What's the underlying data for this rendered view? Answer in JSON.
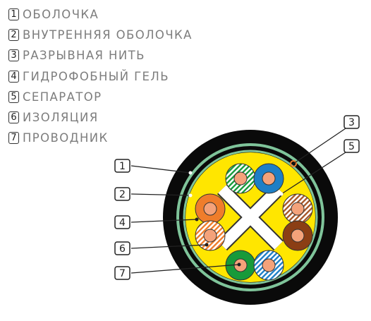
{
  "legend": [
    {
      "num": "1",
      "label": "ОБОЛОЧКА"
    },
    {
      "num": "2",
      "label": "ВНУТРЕННЯЯ ОБОЛОЧКА"
    },
    {
      "num": "3",
      "label": "РАЗРЫВНАЯ НИТЬ"
    },
    {
      "num": "4",
      "label": "ГИДРОФОБНЫЙ ГЕЛЬ"
    },
    {
      "num": "5",
      "label": "СЕПАРАТОР"
    },
    {
      "num": "6",
      "label": "ИЗОЛЯЦИЯ"
    },
    {
      "num": "7",
      "label": "ПРОВОДНИК"
    }
  ],
  "callouts": {
    "c1": "1",
    "c2": "2",
    "c3": "3",
    "c4": "4",
    "c5": "5",
    "c6": "6",
    "c7": "7"
  },
  "colors": {
    "outer_jacket": "#0a0a0a",
    "inner_ring": "#7fc49a",
    "gel": "#ffe600",
    "separator": "#ffffff",
    "conductor": "#f4a27a",
    "blue": "#1e7fc6",
    "orange": "#ef7d2b",
    "brown": "#8b3e14",
    "green": "#179a3a"
  }
}
